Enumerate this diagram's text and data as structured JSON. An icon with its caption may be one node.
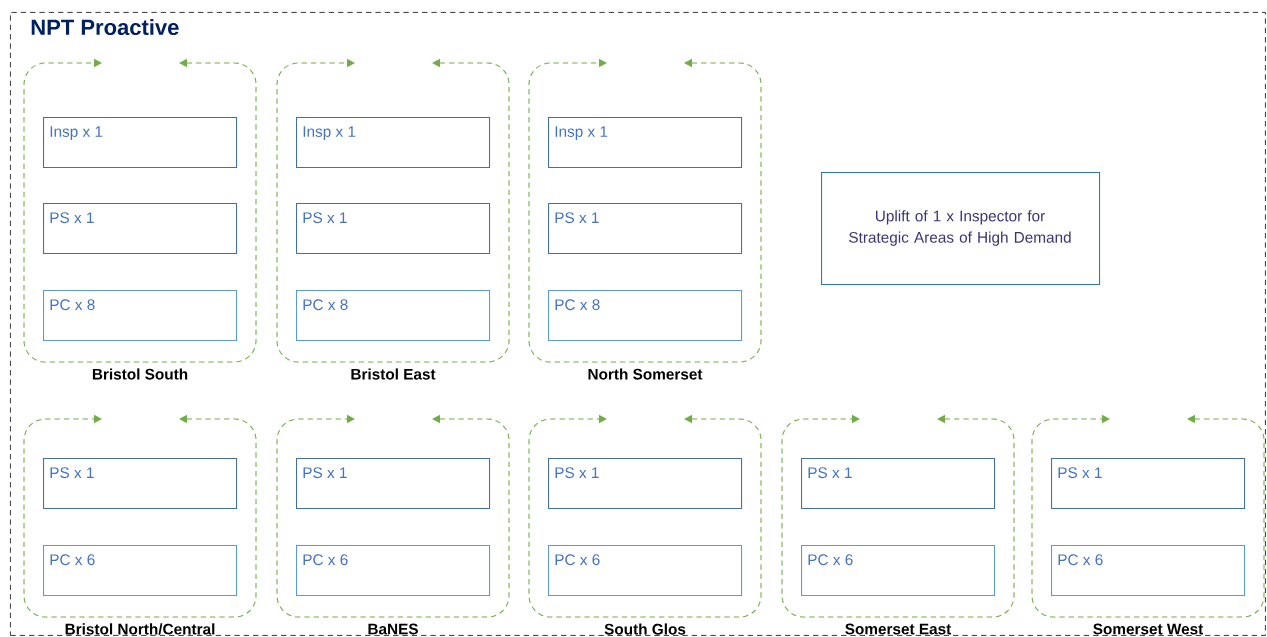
{
  "diagram": {
    "nodes": [
      {
        "text": [
          "NPT Proactive"
        ]
      },
      {
        "text": [
          "Bristol South"
        ],
        "in": 0
      },
      {
        "text": [
          "Insp x 1"
        ],
        "in": 1
      },
      {
        "text": [
          "PS x 1"
        ],
        "in": 1
      },
      {
        "text": [
          "PC x 8"
        ],
        "in": 1
      },
      {
        "text": [
          "Bristol East"
        ],
        "in": 0
      },
      {
        "text": [
          "Insp x 1"
        ],
        "in": 5
      },
      {
        "text": [
          "PS x 1"
        ],
        "in": 5
      },
      {
        "text": [
          "PC x 8"
        ],
        "in": 5
      },
      {
        "text": [
          "North Somerset"
        ],
        "in": 0
      },
      {
        "text": [
          "Insp x 1"
        ],
        "in": 9
      },
      {
        "text": [
          "PS x 1"
        ],
        "in": 9
      },
      {
        "text": [
          "PC x 8"
        ],
        "in": 9
      },
      {
        "text": [
          "Uplift of 1 x Inspector for Strategic Areas of High Demand"
        ],
        "in": 0
      },
      {
        "text": [
          "Bristol North/Central"
        ],
        "in": 0
      },
      {
        "text": [
          "PS x 1"
        ],
        "in": 14
      },
      {
        "text": [
          "PC x 6"
        ],
        "in": 14
      },
      {
        "text": [
          "BaNES"
        ],
        "in": 0
      },
      {
        "text": [
          "PS x 1"
        ],
        "in": 17
      },
      {
        "text": [
          "PC x 6"
        ],
        "in": 17
      },
      {
        "text": [
          "South Glos"
        ],
        "in": 0
      },
      {
        "text": [
          "PS x 1"
        ],
        "in": 20
      },
      {
        "text": [
          "PC x 6"
        ],
        "in": 20
      },
      {
        "text": [
          "Somerset East"
        ],
        "in": 0
      },
      {
        "text": [
          "PS x 1"
        ],
        "in": 23
      },
      {
        "text": [
          "PC x 6"
        ],
        "in": 23
      },
      {
        "text": [
          "Somerset West"
        ],
        "in": 0
      },
      {
        "text": [
          "PS x 1"
        ],
        "in": 26
      },
      {
        "text": [
          "PC x 6"
        ],
        "in": 26
      }
    ]
  }
}
